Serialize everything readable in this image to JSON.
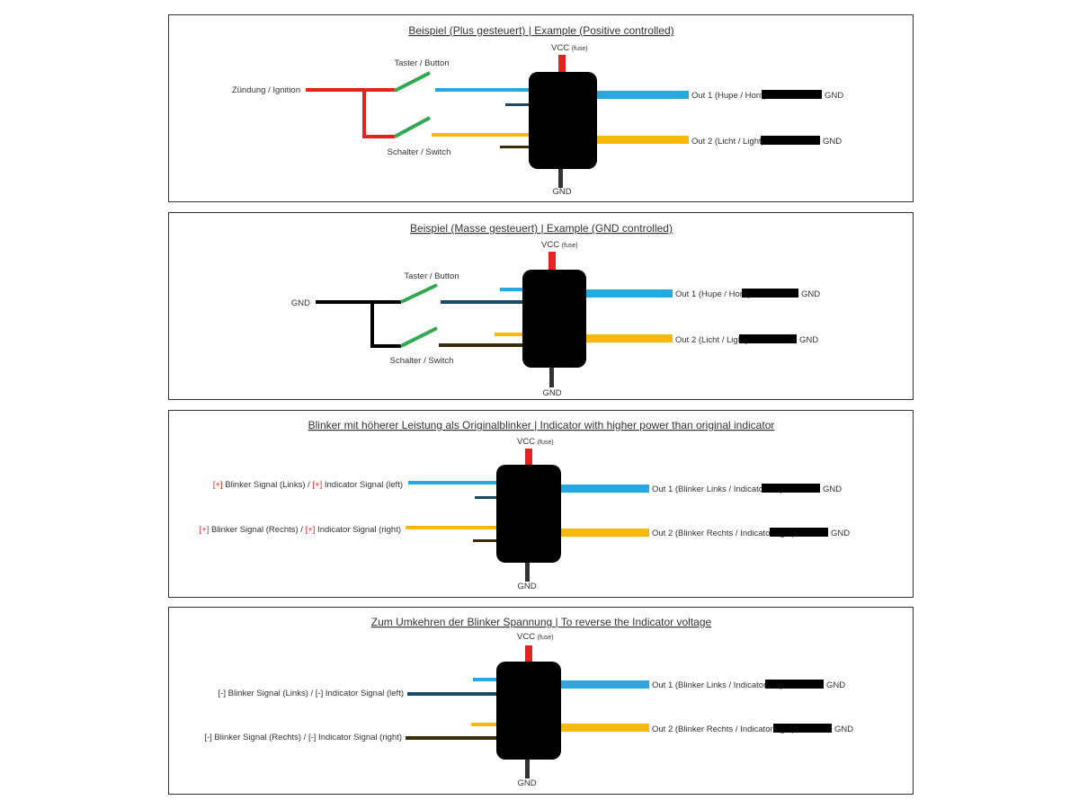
{
  "colors": {
    "red": "#e42320",
    "green": "#2fa84f",
    "blue": "#29a8e0",
    "yellow": "#f9b90c",
    "black": "#000000",
    "dark_blue": "#1b4a63",
    "dark_yellow": "#3a2d07",
    "gnd_wire": "#333333"
  },
  "common": {
    "vcc": "VCC",
    "fuse": "(fuse)",
    "gnd": "GND"
  },
  "panel1": {
    "title_de": "Beispiel (Plus gesteuert)",
    "title_sep": " | ",
    "title_en": "Example (Positive controlled)",
    "input": "Zündung / Ignition",
    "button": "Taster / Button",
    "switch": "Schalter / Switch",
    "out1": "Out 1 (Hupe / Horn)",
    "out2": "Out 2 (Licht / Light)"
  },
  "panel2": {
    "title_de": "Beispiel (Masse gesteuert)",
    "title_sep": " | ",
    "title_en": "Example (GND controlled)",
    "input": "GND",
    "button": "Taster / Button",
    "switch": "Schalter / Switch",
    "out1": "Out 1 (Hupe / Horn)",
    "out2": "Out 2 (Licht / Light)"
  },
  "panel3": {
    "title_de": "Blinker mit höherer Leistung als Originalblinker",
    "title_sep": " | ",
    "title_en": "Indicator with higher power than original indicator",
    "sig_mark": "[+]",
    "sig1_de": " Blinker Signal (Links) / ",
    "sig1_en": " Indicator Signal (left)",
    "sig2_de": " Blinker Signal (Rechts) / ",
    "sig2_en": " Indicator Signal (right)",
    "out1": "Out 1 (Blinker Links / Indicator left)",
    "out2": "Out 2 (Blinker Rechts / Indicator right)"
  },
  "panel4": {
    "title_de": "Zum Umkehren der Blinker Spannung",
    "title_sep": " | ",
    "title_en": "To reverse the Indicator voltage",
    "sig_mark": "[-]",
    "sig1_de": " Blinker Signal (Links) / ",
    "sig1_en": " Indicator Signal (left)",
    "sig2_de": "  Blinker Signal (Rechts) / ",
    "sig2_en": " Indicator Signal (right)",
    "out1": "Out 1 (Blinker Links / Indicator left)",
    "out2": "Out 2 (Blinker Rechts / Indicator right)"
  }
}
